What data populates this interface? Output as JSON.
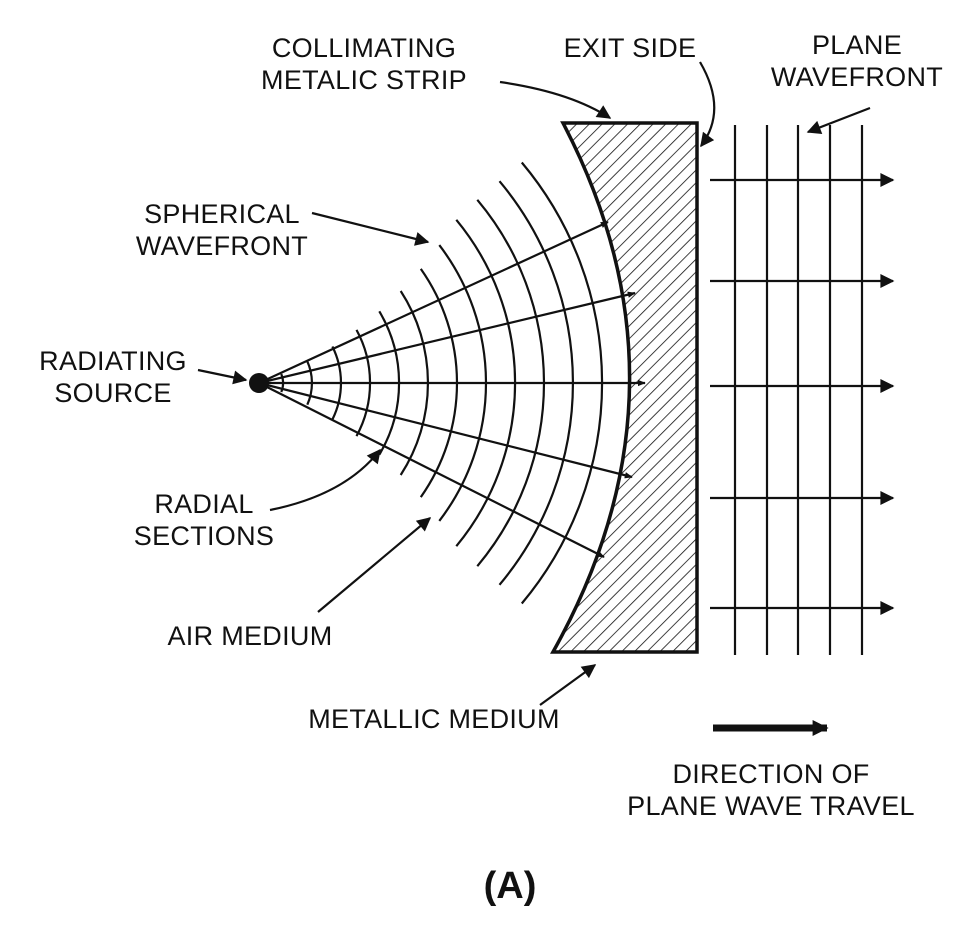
{
  "colors": {
    "ink": "#111111",
    "background": "#ffffff"
  },
  "labels": {
    "collimating_strip": [
      "COLLIMATING",
      "METALIC STRIP"
    ],
    "exit_side": "EXIT SIDE",
    "plane_wavefront": [
      "PLANE",
      "WAVEFRONT"
    ],
    "spherical_wavefront": [
      "SPHERICAL",
      "WAVEFRONT"
    ],
    "radiating_source": [
      "RADIATING",
      "SOURCE"
    ],
    "radial_sections": [
      "RADIAL",
      "SECTIONS"
    ],
    "air_medium": "AIR MEDIUM",
    "metallic_medium": "METALLIC MEDIUM",
    "direction": [
      "DIRECTION OF",
      "PLANE WAVE TRAVEL"
    ]
  },
  "caption": "(A)",
  "diagram": {
    "spherical_wavefront_count": 12,
    "ray_count": 5,
    "plane_wavefront_count": 5,
    "plane_ray_count": 5
  }
}
